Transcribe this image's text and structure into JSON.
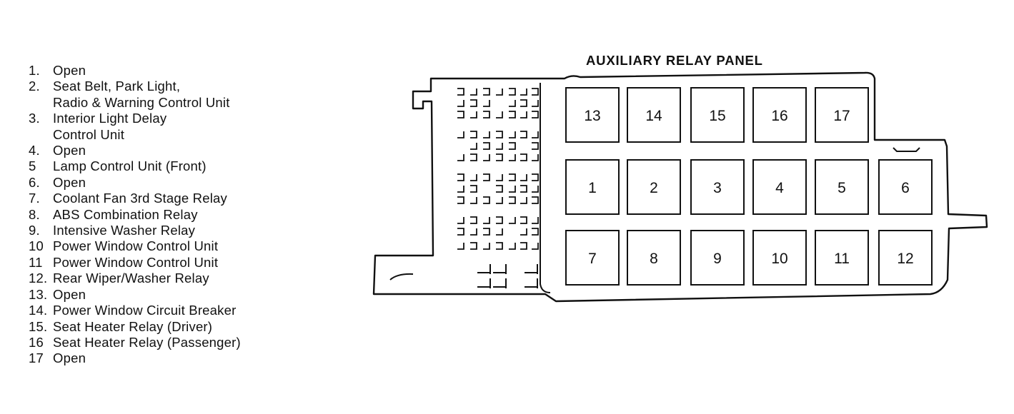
{
  "panel_title": "AUXILIARY RELAY PANEL",
  "legend": [
    {
      "num": "1.",
      "lines": [
        "Open"
      ]
    },
    {
      "num": "2.",
      "lines": [
        "Seat Belt, Park Light,",
        "Radio & Warning Control Unit"
      ]
    },
    {
      "num": "3.",
      "lines": [
        "Interior Light Delay",
        "Control Unit"
      ]
    },
    {
      "num": "4.",
      "lines": [
        "Open"
      ]
    },
    {
      "num": "5",
      "lines": [
        "Lamp Control Unit (Front)"
      ]
    },
    {
      "num": "6.",
      "lines": [
        "Open"
      ]
    },
    {
      "num": "7.",
      "lines": [
        "Coolant Fan 3rd Stage Relay"
      ]
    },
    {
      "num": "8.",
      "lines": [
        "ABS Combination Relay"
      ]
    },
    {
      "num": "9.",
      "lines": [
        "Intensive Washer Relay"
      ]
    },
    {
      "num": "10",
      "lines": [
        "Power Window Control Unit"
      ]
    },
    {
      "num": "11",
      "lines": [
        "Power Window Control Unit"
      ]
    },
    {
      "num": "12.",
      "lines": [
        "Rear Wiper/Washer Relay"
      ]
    },
    {
      "num": "13.",
      "lines": [
        "Open"
      ]
    },
    {
      "num": "14.",
      "lines": [
        "Power Window Circuit Breaker"
      ]
    },
    {
      "num": "15.",
      "lines": [
        "Seat Heater Relay (Driver)"
      ]
    },
    {
      "num": "16",
      "lines": [
        "Seat Heater Relay (Passenger)"
      ]
    },
    {
      "num": "17",
      "lines": [
        "Open"
      ]
    }
  ],
  "relay_rows": [
    [
      "13",
      "14",
      "15",
      "16",
      "17"
    ],
    [
      "1",
      "2",
      "3",
      "4",
      "5",
      "6"
    ],
    [
      "7",
      "8",
      "9",
      "10",
      "11",
      "12"
    ]
  ]
}
